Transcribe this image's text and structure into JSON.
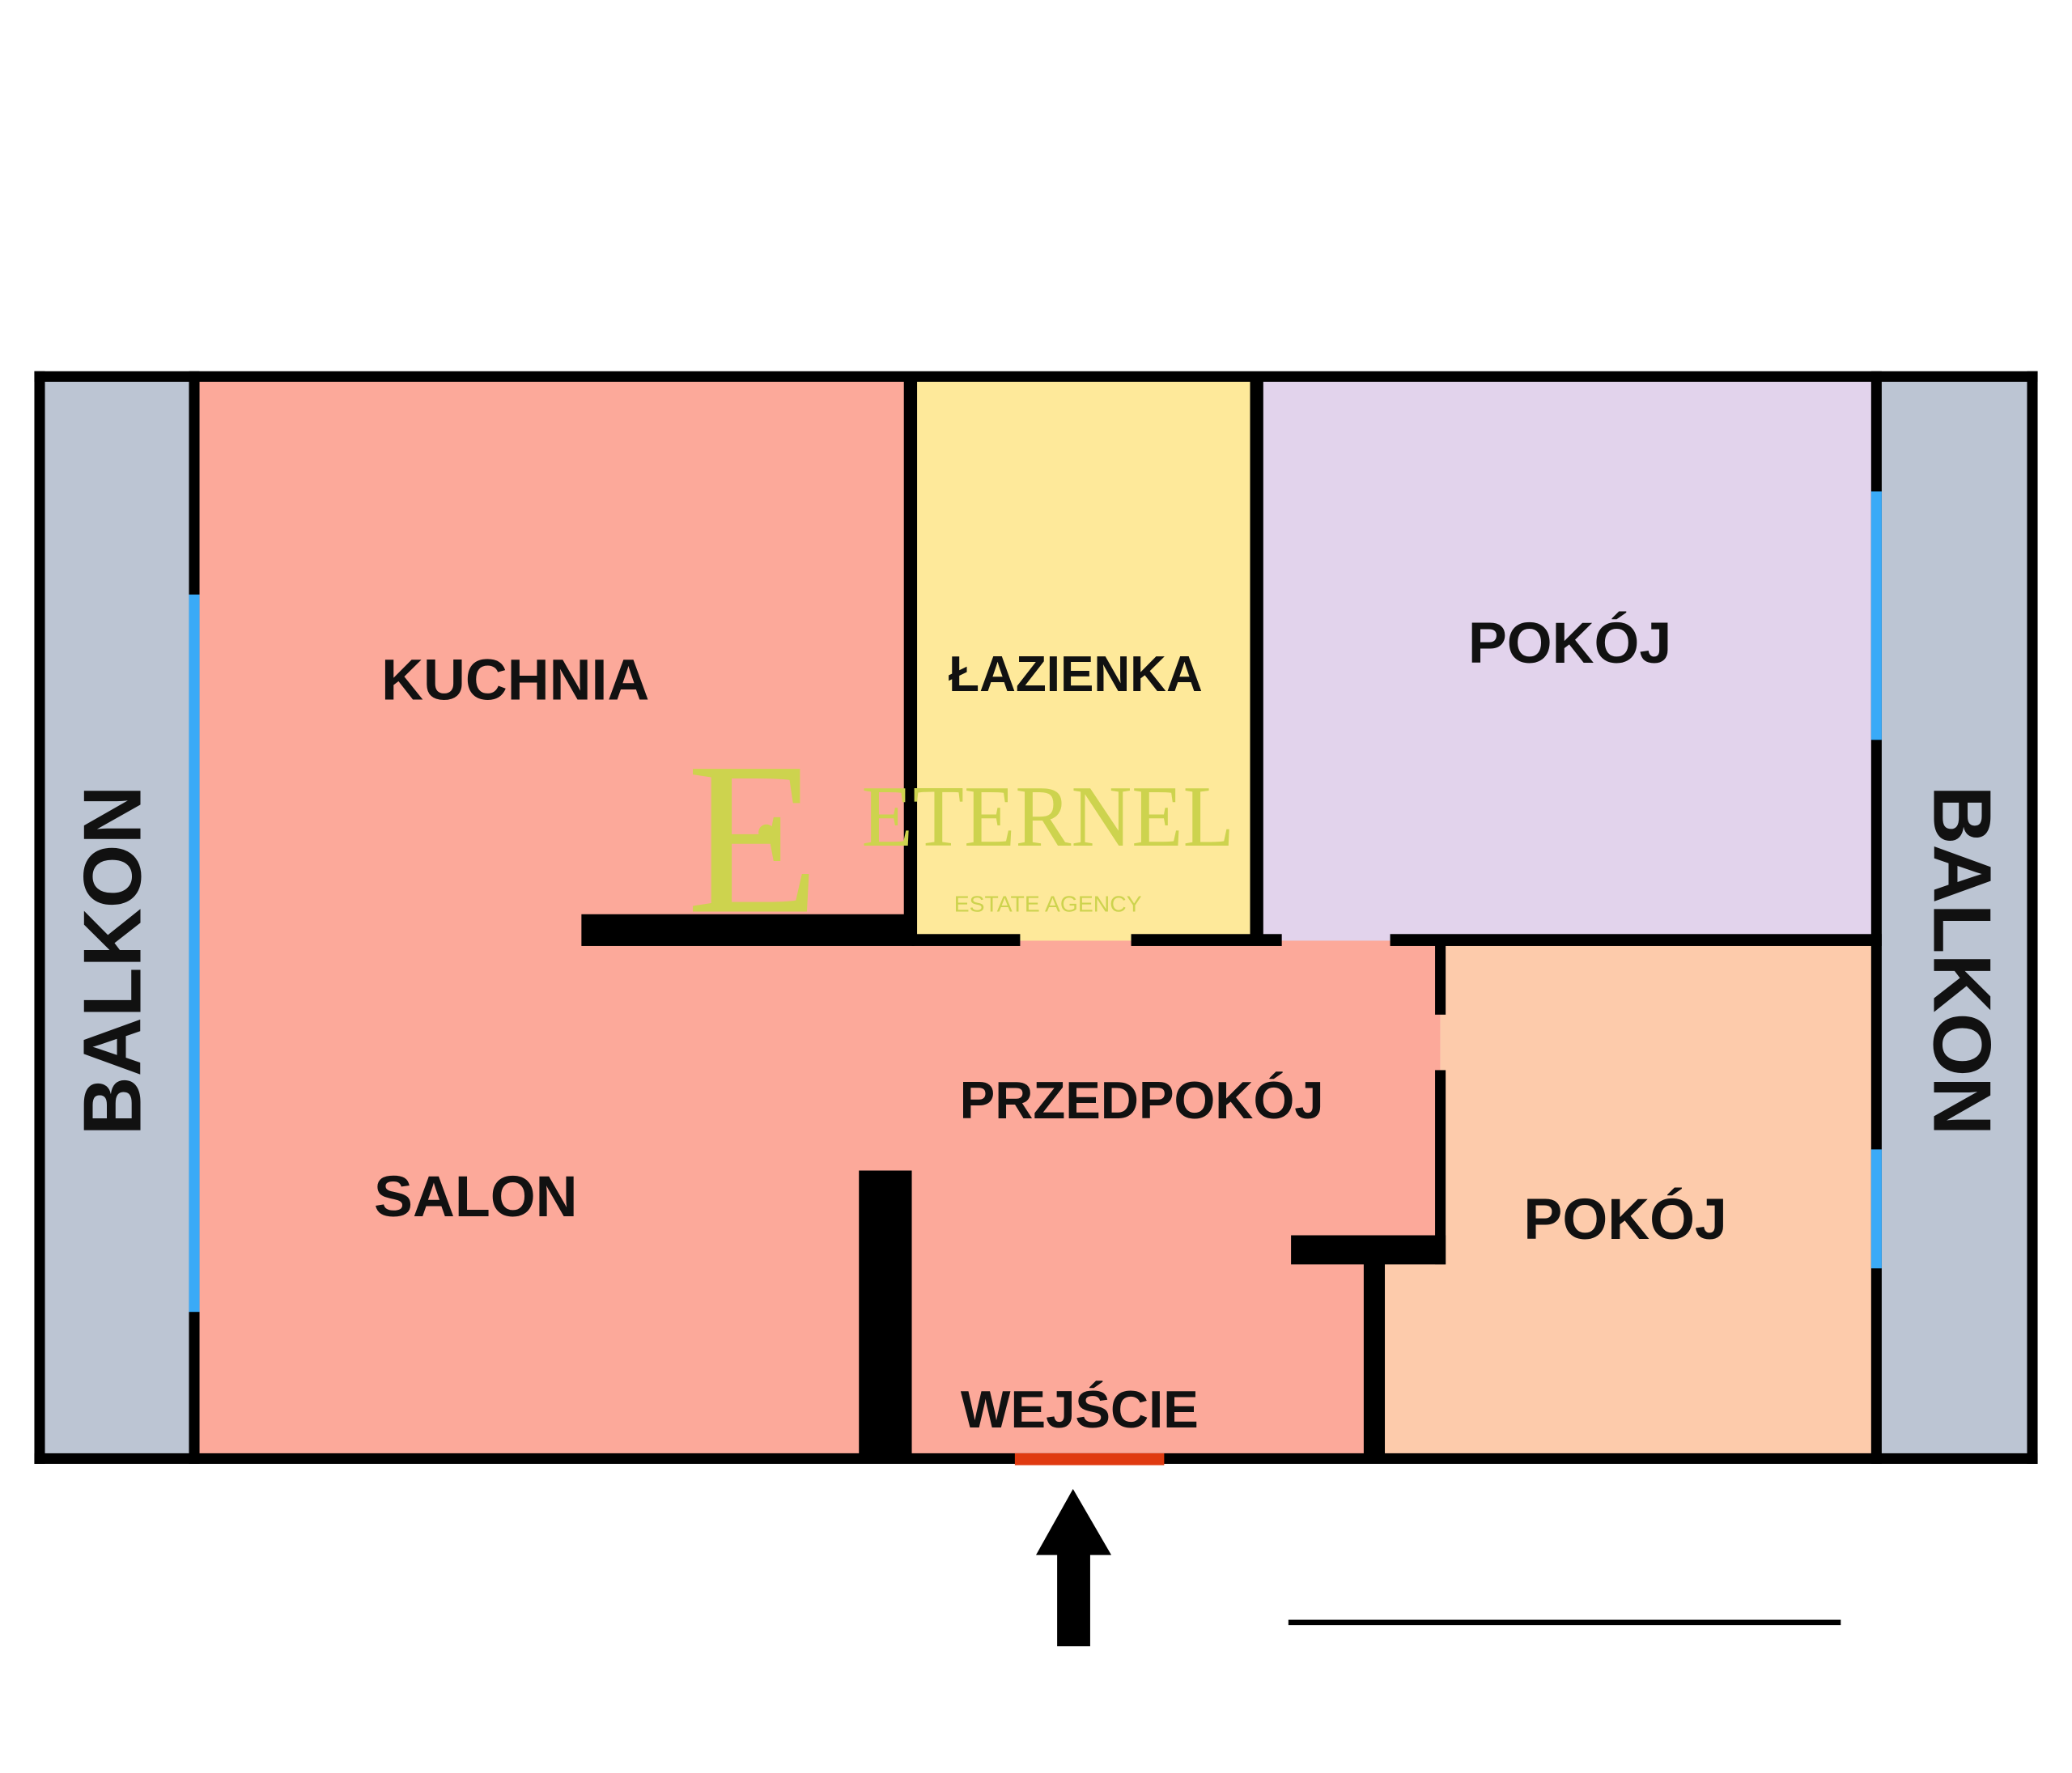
{
  "rooms": {
    "balcony_left": "BALKON",
    "balcony_right": "BALKON",
    "kitchen": "KUCHNIA",
    "bathroom": "ŁAZIENKA",
    "room_top": "POKÓJ",
    "hallway": "PRZEDPOKÓJ",
    "living_room": "SALON",
    "room_bottom": "POKÓJ",
    "entrance": "WEJŚCIE"
  },
  "logo": {
    "initial": "E",
    "name": "ETERNEL",
    "tagline": "ESTATE AGENCY"
  },
  "colors": {
    "balcony": "#bcc5d3",
    "living": "#fca99a",
    "bathroom": "#fee99a",
    "room_top": "#e2d3ec",
    "room_bottom": "#fdcbab",
    "window": "#3aaaf7",
    "entrance_door": "#e03a10",
    "logo": "#cdd34e"
  }
}
